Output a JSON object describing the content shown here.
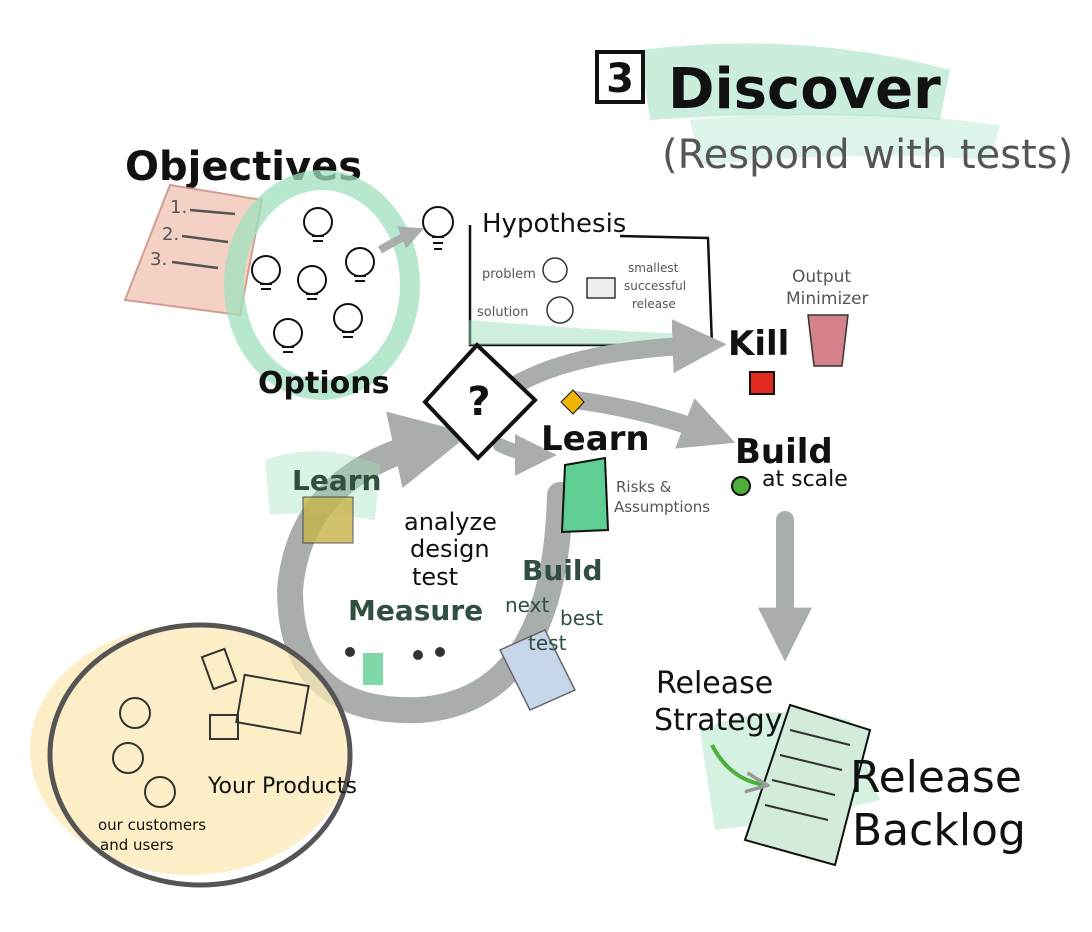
{
  "title": {
    "step_number": "3",
    "heading": "Discover",
    "subheading": "(Respond with tests)"
  },
  "objectives": {
    "label": "Objectives",
    "list_items": [
      "1.",
      "2.",
      "3."
    ]
  },
  "options": {
    "label": "Options"
  },
  "hypothesis": {
    "label": "Hypothesis",
    "problem": "problem",
    "solution": "solution",
    "release_note_line1": "smallest",
    "release_note_line2": "successful",
    "release_note_line3": "release"
  },
  "decision": {
    "symbol": "?"
  },
  "kill": {
    "label": "Kill",
    "minimizer_line1": "Output",
    "minimizer_line2": "Minimizer"
  },
  "build_scale": {
    "label": "Build",
    "sublabel": "at scale"
  },
  "learn_right": {
    "label": "Learn",
    "risks_line1": "Risks &",
    "risks_line2": "Assumptions"
  },
  "cycle": {
    "learn": "Learn",
    "analyze": "analyze",
    "design": "design",
    "test": "test",
    "measure": "Measure",
    "build": "Build",
    "next_line1": "next",
    "next_line2": "best",
    "next_line3": "test"
  },
  "customers": {
    "products": "Your Products",
    "users_line1": "our customers",
    "users_line2": "and users"
  },
  "release": {
    "strategy_line1": "Release",
    "strategy_line2": "Strategy",
    "backlog_line1": "Release",
    "backlog_line2": "Backlog"
  },
  "colors": {
    "ink": "#111111",
    "highlight_green": "#9fe0bd",
    "arrow_gray": "#a9adab",
    "objectives_pink": "#f4c9bb",
    "customers_yellow": "#fbe9b5",
    "kill_red": "#e02a1f",
    "build_green": "#4caf3a",
    "learn_gold": "#f1b400",
    "measure_blue": "#c8d6ec"
  }
}
